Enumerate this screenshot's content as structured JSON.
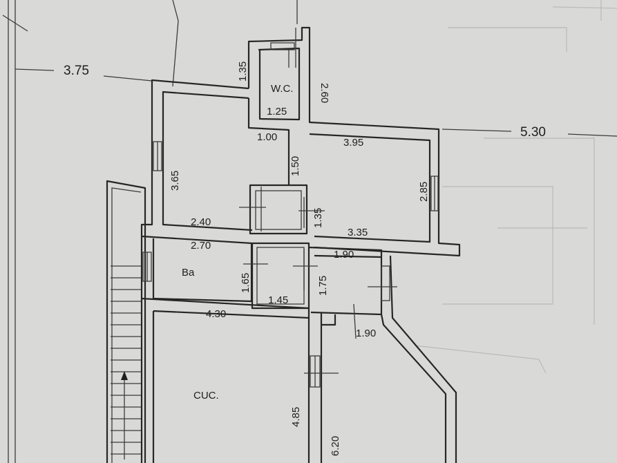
{
  "dimensions": {
    "left_span": "3.75",
    "right_span": "5.30",
    "wc_height": "1.35",
    "wc_side": "2.60",
    "wc_width": "1.25",
    "passage_width": "1.00",
    "bedroom_left_height": "3.65",
    "bedroom_left_width": "2.40",
    "bedroom_right_width_top": "3.95",
    "bedroom_right_height": "2.85",
    "bedroom_right_width_bottom": "3.35",
    "corridor_upper": "1.50",
    "closet_height": "1.35",
    "bath_width": "2.70",
    "bath_height": "1.65",
    "hall_width": "1.45",
    "hall_height": "1.75",
    "room_small_width": "1.90",
    "room_small_bottom": "1.90",
    "kitchen_width": "4.30",
    "kitchen_height": "4.85",
    "living_height": "6.20"
  },
  "rooms": {
    "wc": "W.C.",
    "bath": "Ba",
    "kitchen": "CUC."
  }
}
